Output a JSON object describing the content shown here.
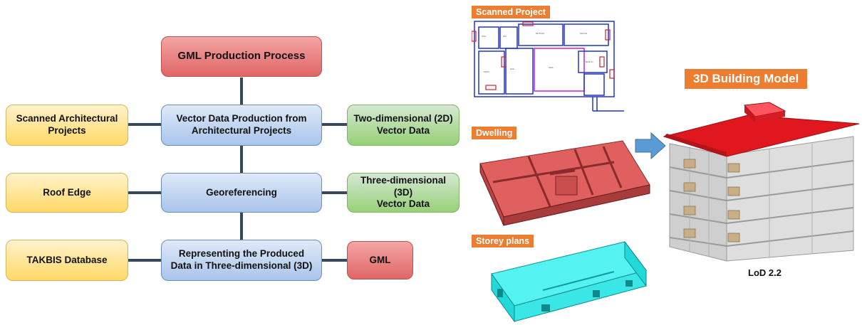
{
  "flowchart": {
    "title": "GML Production Process",
    "center": [
      "Vector Data Production from\nArchitectural Projects",
      "Georeferencing",
      "Representing the Produced\nData in Three-dimensional (3D)"
    ],
    "left": [
      "Scanned Architectural\nProjects",
      "Roof Edge",
      "TAKBIS Database"
    ],
    "right": [
      "Two-dimensional (2D)\nVector Data",
      "Three-dimensional (3D)\nVector Data",
      "GML"
    ]
  },
  "panels": {
    "scanned_project": "Scanned Project",
    "dwelling": "Dwelling",
    "storey_plans": "Storey plans",
    "building_model": "3D Building Model",
    "lod": "LoD 2.2"
  },
  "colors": {
    "connector": "#34495e",
    "tag": "#ed7d31",
    "roof": "#e0171f",
    "dwelling": "#e06060",
    "storey": "#33eeee"
  }
}
